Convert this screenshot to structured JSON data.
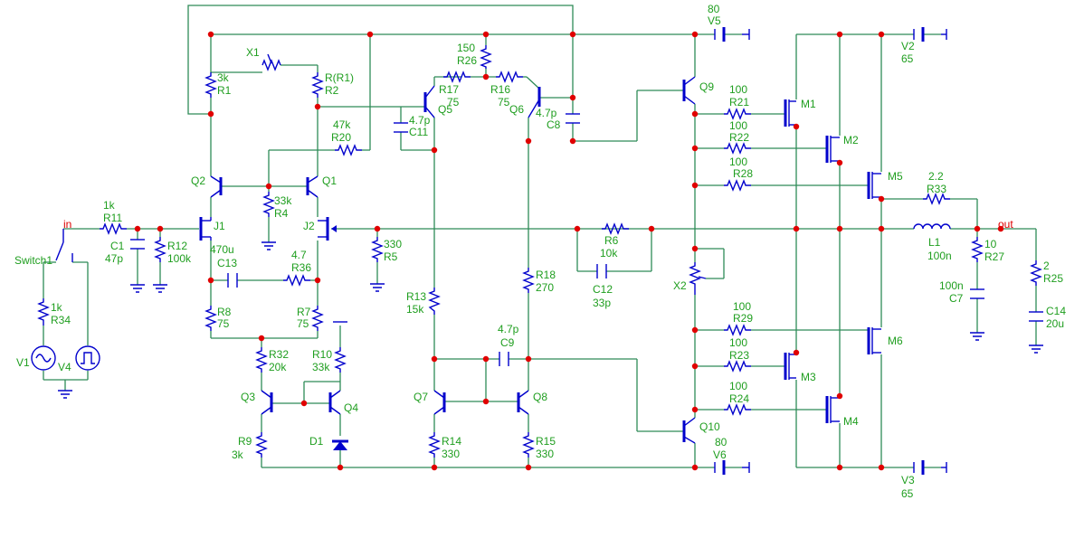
{
  "diagram": {
    "net_labels": {
      "in": "in",
      "out": "out"
    },
    "switch": "Switch1",
    "components": [
      {
        "id": "R1",
        "value": "3k"
      },
      {
        "id": "R2",
        "value": "R(R1)"
      },
      {
        "id": "X1",
        "value": ""
      },
      {
        "id": "R20",
        "value": "47k"
      },
      {
        "id": "R4",
        "value": "33k"
      },
      {
        "id": "Q1",
        "value": ""
      },
      {
        "id": "Q2",
        "value": ""
      },
      {
        "id": "J1",
        "value": ""
      },
      {
        "id": "J2",
        "value": ""
      },
      {
        "id": "R11",
        "value": "1k"
      },
      {
        "id": "C1",
        "value": "47p"
      },
      {
        "id": "R12",
        "value": "100k"
      },
      {
        "id": "C13",
        "value": "470u"
      },
      {
        "id": "R36",
        "value": "4.7"
      },
      {
        "id": "R8",
        "value": "75"
      },
      {
        "id": "R7",
        "value": "75"
      },
      {
        "id": "R32",
        "value": "20k"
      },
      {
        "id": "R10",
        "value": "33k"
      },
      {
        "id": "Q3",
        "value": ""
      },
      {
        "id": "Q4",
        "value": ""
      },
      {
        "id": "R9",
        "value": "3k"
      },
      {
        "id": "D1",
        "value": ""
      },
      {
        "id": "R5",
        "value": "330"
      },
      {
        "id": "R34",
        "value": "1k"
      },
      {
        "id": "V1",
        "value": ""
      },
      {
        "id": "V4",
        "value": ""
      },
      {
        "id": "R26",
        "value": "150"
      },
      {
        "id": "R17",
        "value": "75"
      },
      {
        "id": "R16",
        "value": "75"
      },
      {
        "id": "Q5",
        "value": ""
      },
      {
        "id": "Q6",
        "value": ""
      },
      {
        "id": "C11",
        "value": "4.7p"
      },
      {
        "id": "C8",
        "value": "4.7p"
      },
      {
        "id": "R13",
        "value": "15k"
      },
      {
        "id": "R18",
        "value": "270"
      },
      {
        "id": "C9",
        "value": "4.7p"
      },
      {
        "id": "Q7",
        "value": ""
      },
      {
        "id": "Q8",
        "value": ""
      },
      {
        "id": "R14",
        "value": "330"
      },
      {
        "id": "R15",
        "value": "330"
      },
      {
        "id": "R6",
        "value": "10k"
      },
      {
        "id": "C12",
        "value": "33p"
      },
      {
        "id": "Q9",
        "value": ""
      },
      {
        "id": "Q10",
        "value": ""
      },
      {
        "id": "X2",
        "value": ""
      },
      {
        "id": "V5",
        "value": "80"
      },
      {
        "id": "V6",
        "value": "80"
      },
      {
        "id": "R21",
        "value": "100"
      },
      {
        "id": "R22",
        "value": "100"
      },
      {
        "id": "R28",
        "value": "100"
      },
      {
        "id": "R29",
        "value": "100"
      },
      {
        "id": "R23",
        "value": "100"
      },
      {
        "id": "R24",
        "value": "100"
      },
      {
        "id": "M1",
        "value": ""
      },
      {
        "id": "M2",
        "value": ""
      },
      {
        "id": "M5",
        "value": ""
      },
      {
        "id": "M6",
        "value": ""
      },
      {
        "id": "M3",
        "value": ""
      },
      {
        "id": "M4",
        "value": ""
      },
      {
        "id": "V2",
        "value": "65"
      },
      {
        "id": "V3",
        "value": "65"
      },
      {
        "id": "R33",
        "value": "2.2"
      },
      {
        "id": "L1",
        "value": "100n"
      },
      {
        "id": "R27",
        "value": "10"
      },
      {
        "id": "C7",
        "value": "100n"
      },
      {
        "id": "R25",
        "value": "2"
      },
      {
        "id": "C14",
        "value": "20u"
      }
    ]
  }
}
